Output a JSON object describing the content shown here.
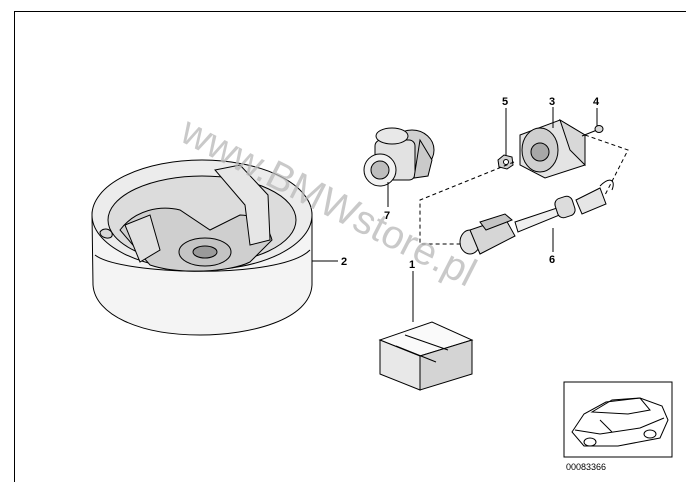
{
  "watermark": "www.BMWstore.pl",
  "diagram_code": "00083366",
  "callouts": [
    {
      "id": "1",
      "part": "box"
    },
    {
      "id": "2",
      "part": "spare-wheel-tray"
    },
    {
      "id": "3",
      "part": "socket-housing"
    },
    {
      "id": "4",
      "part": "screw"
    },
    {
      "id": "5",
      "part": "nut"
    },
    {
      "id": "6",
      "part": "adapter-cable"
    },
    {
      "id": "7",
      "part": "plug-adapter"
    }
  ]
}
